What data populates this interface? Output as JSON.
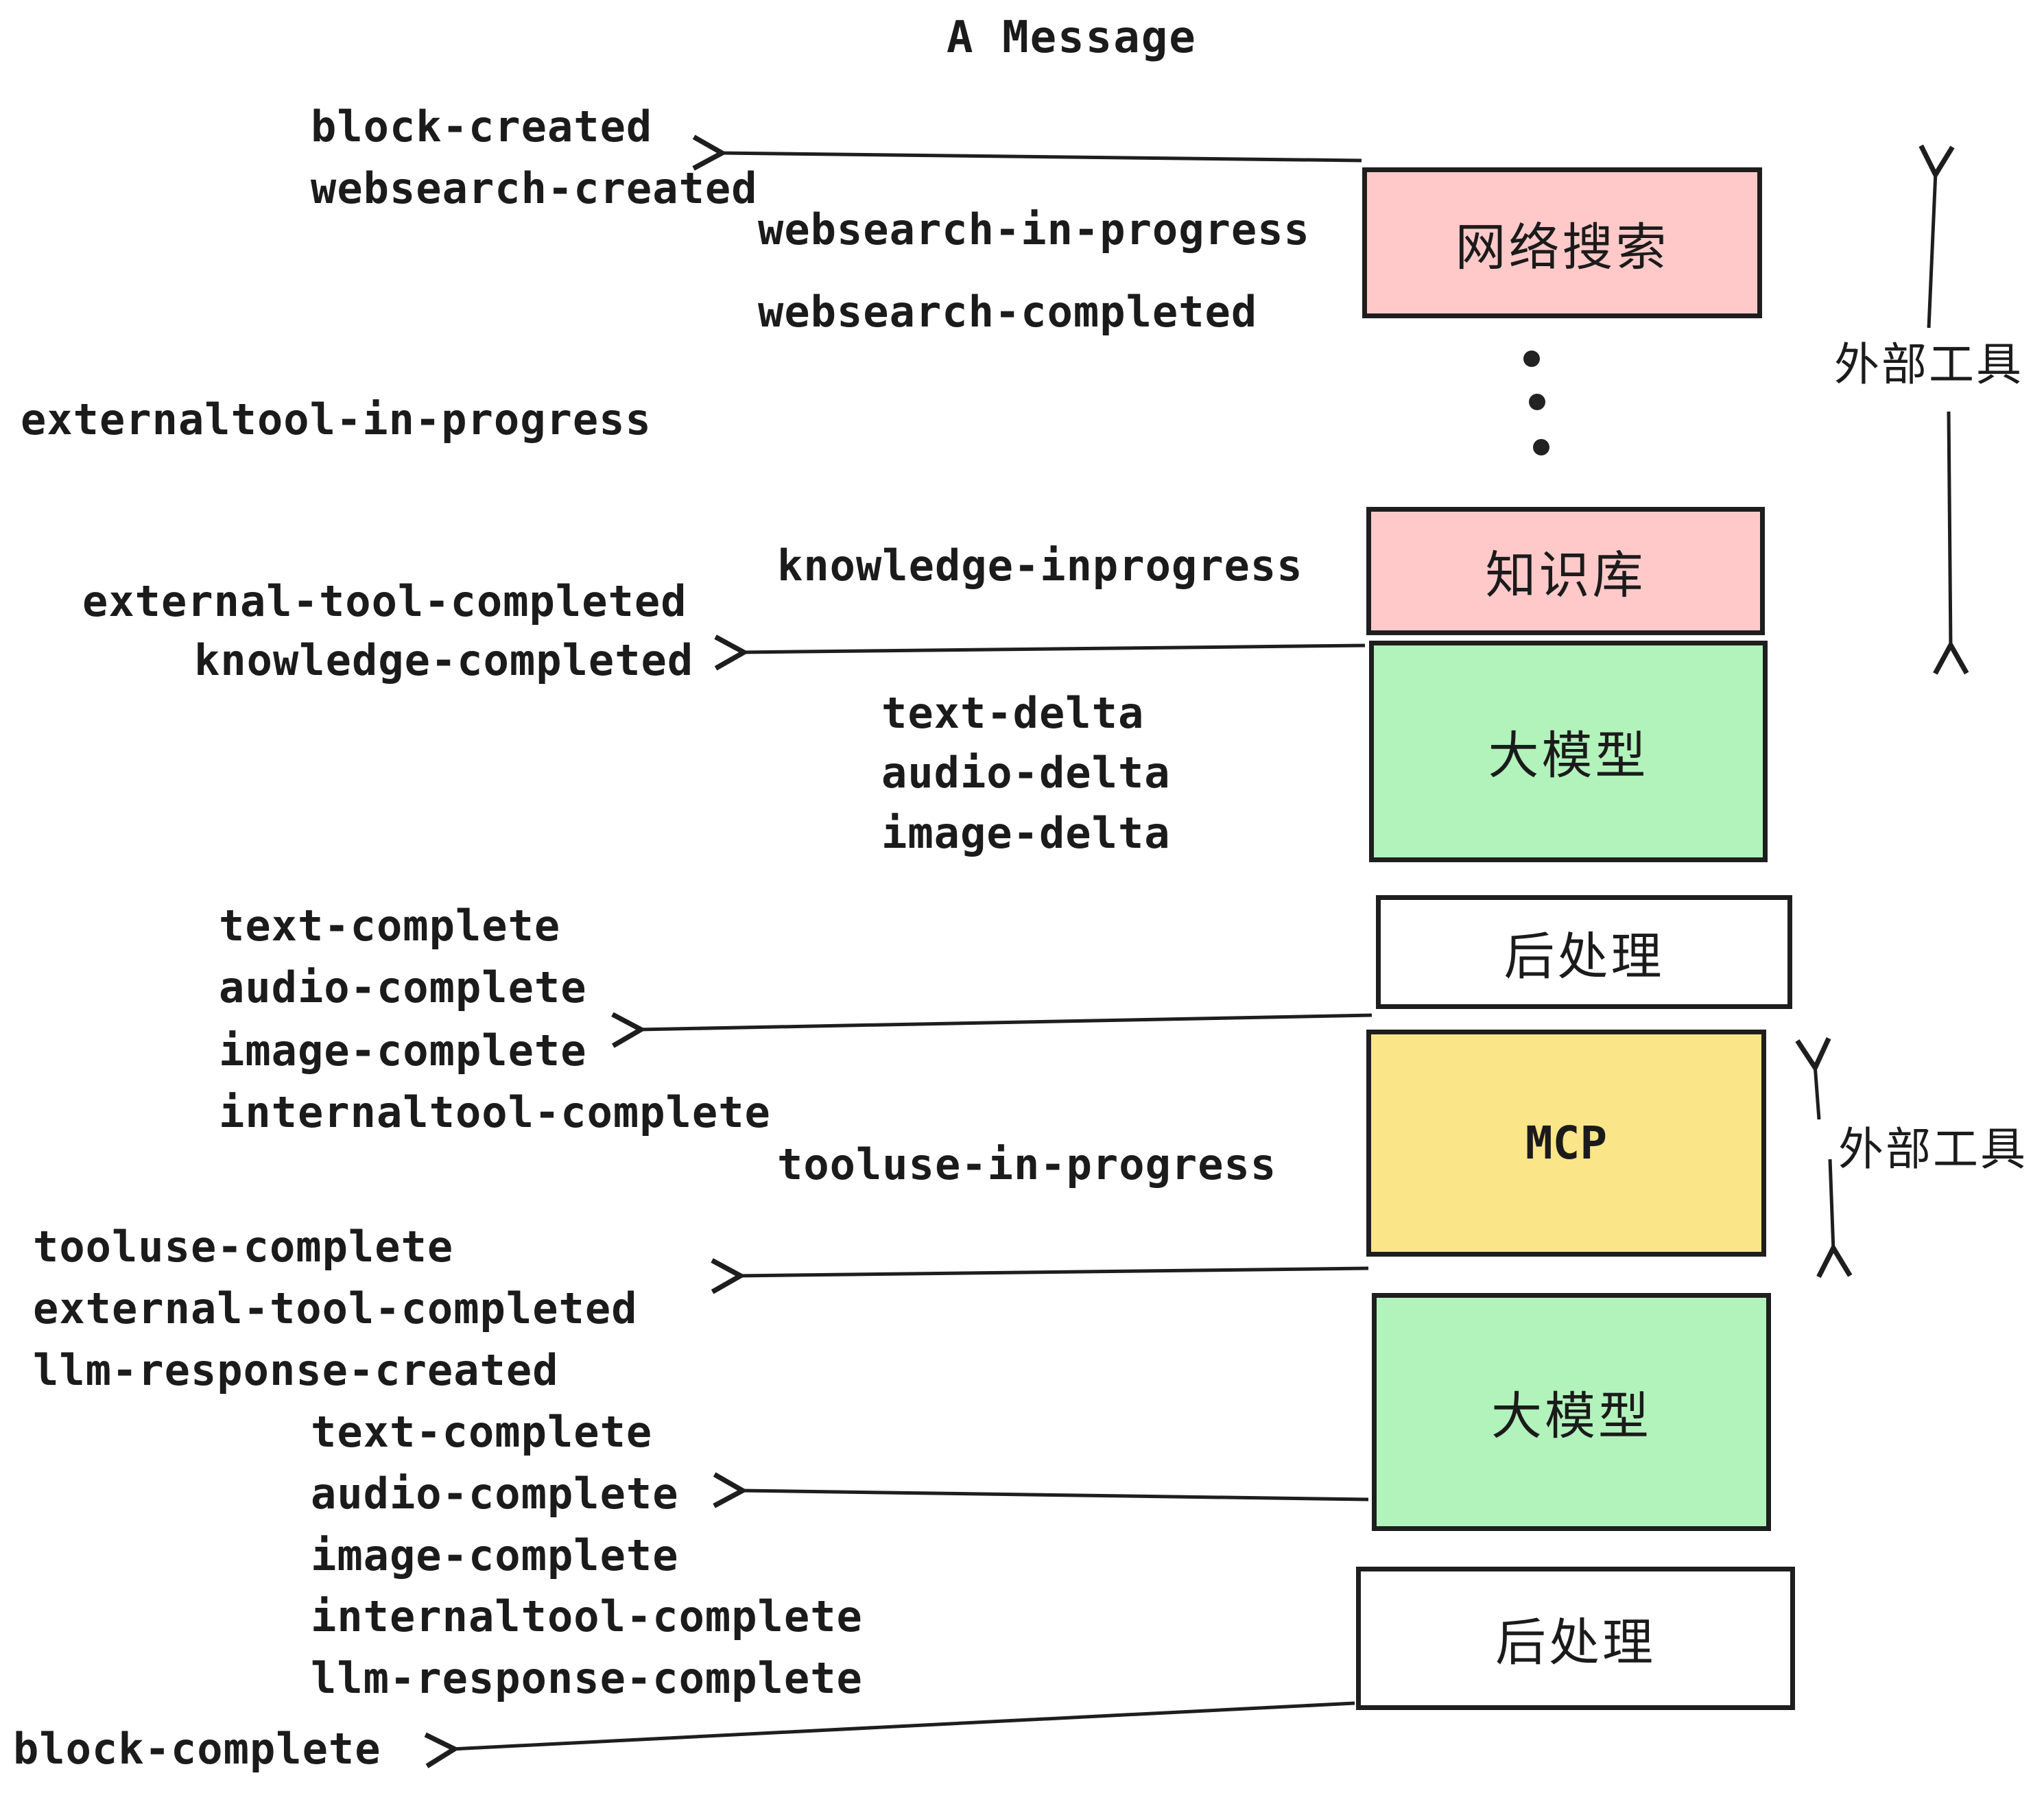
{
  "title": "A Message",
  "colors": {
    "pink": "#FFC9C9",
    "green": "#B2F2BB",
    "yellow": "#FAE588",
    "white": "#FFFFFF",
    "stroke": "#1E1E1E",
    "text": "#1B1B1B"
  },
  "nodes": [
    {
      "id": "websearch",
      "label": "网络搜索",
      "color": "#FFC9C9"
    },
    {
      "id": "knowledge",
      "label": "知识库",
      "color": "#FFC9C9"
    },
    {
      "id": "llm-1",
      "label": "大模型",
      "color": "#B2F2BB"
    },
    {
      "id": "postprocess-1",
      "label": "后处理",
      "color": "#FFFFFF"
    },
    {
      "id": "mcp",
      "label": "MCP",
      "color": "#FAE588"
    },
    {
      "id": "llm-2",
      "label": "大模型",
      "color": "#B2F2BB"
    },
    {
      "id": "postprocess-2",
      "label": "后处理",
      "color": "#FFFFFF"
    }
  ],
  "side_labels": [
    {
      "text": "外部工具"
    },
    {
      "text": "外部工具"
    }
  ],
  "events": [
    {
      "text": "block-created"
    },
    {
      "text": "websearch-created"
    },
    {
      "text": "websearch-in-progress"
    },
    {
      "text": "websearch-completed"
    },
    {
      "text": "externaltool-in-progress"
    },
    {
      "text": "knowledge-inprogress"
    },
    {
      "text": "external-tool-completed"
    },
    {
      "text": "knowledge-completed"
    },
    {
      "text": "text-delta"
    },
    {
      "text": "audio-delta"
    },
    {
      "text": "image-delta"
    },
    {
      "text": "text-complete"
    },
    {
      "text": "audio-complete"
    },
    {
      "text": "image-complete"
    },
    {
      "text": "internaltool-complete"
    },
    {
      "text": "tooluse-in-progress"
    },
    {
      "text": "tooluse-complete"
    },
    {
      "text": "external-tool-completed"
    },
    {
      "text": "llm-response-created"
    },
    {
      "text": "text-complete"
    },
    {
      "text": "audio-complete"
    },
    {
      "text": "image-complete"
    },
    {
      "text": "internaltool-complete"
    },
    {
      "text": "llm-response-complete"
    },
    {
      "text": "block-complete"
    }
  ]
}
